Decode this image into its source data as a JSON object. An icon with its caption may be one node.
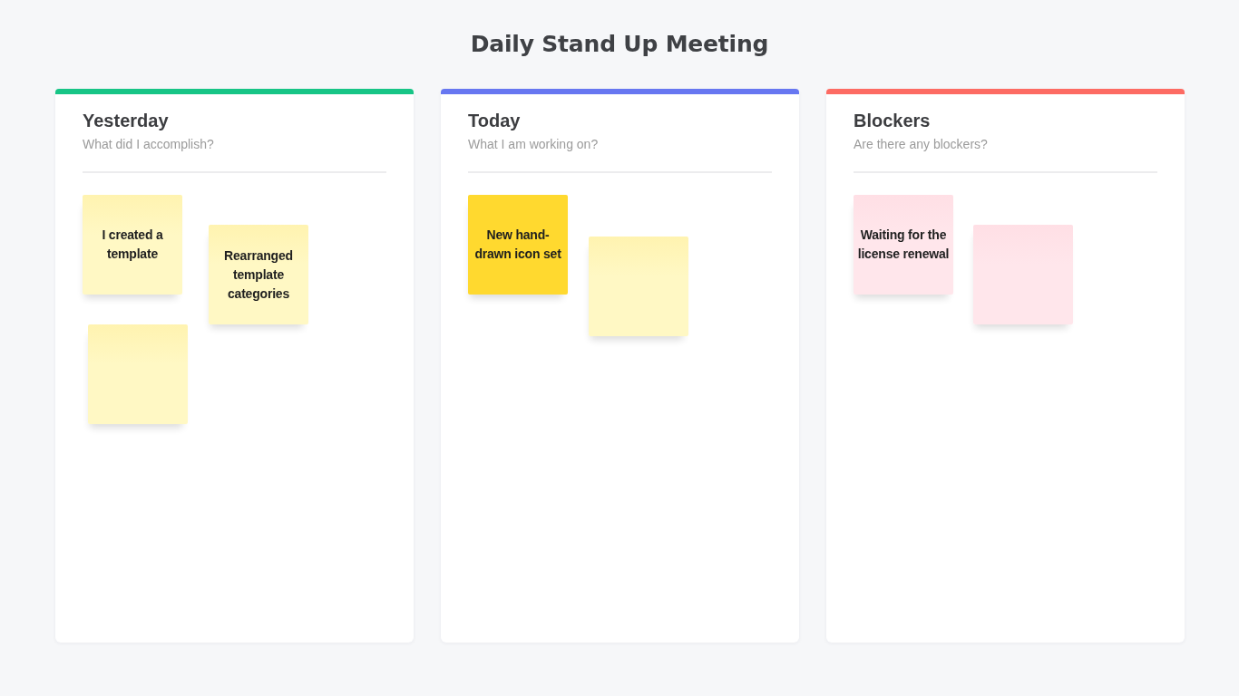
{
  "diagram": {
    "title": "Daily Stand Up Meeting",
    "nodes": [
      {
        "text": [
          "Yesterday",
          "What did I accomplish?"
        ]
      },
      {
        "text": [
          "I created a template"
        ],
        "in": 0
      },
      {
        "text": [
          "Rearranged template categories"
        ],
        "in": 0
      },
      {
        "text": [],
        "shape": "box",
        "in": 0
      },
      {
        "text": [
          "Today",
          "What I am working on?"
        ]
      },
      {
        "text": [
          "New hand-drawn icon set"
        ],
        "in": 4
      },
      {
        "text": [],
        "shape": "box",
        "in": 4
      },
      {
        "text": [
          "Blockers",
          "Are there any blockers?"
        ]
      },
      {
        "text": [
          "Waiting for the license renewal"
        ],
        "in": 7
      },
      {
        "text": [],
        "shape": "box",
        "in": 7
      }
    ]
  }
}
